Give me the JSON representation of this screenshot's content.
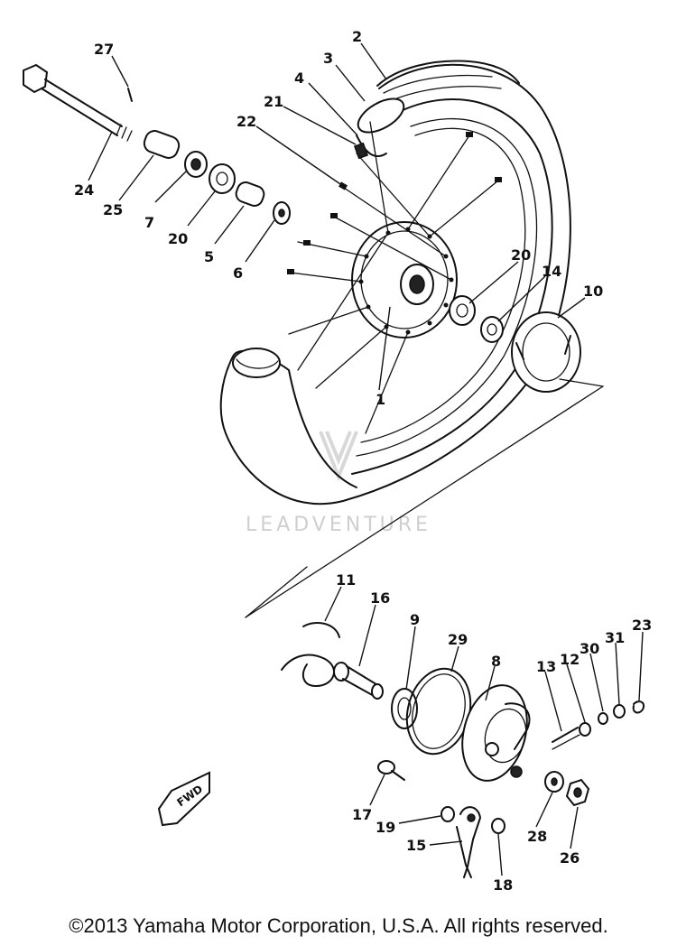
{
  "watermark": {
    "text": "LEADVENTURE"
  },
  "fwd_label": "FWD",
  "copyright": "©2013 Yamaha Motor Corporation, U.S.A. All rights reserved.",
  "callouts": [
    {
      "id": "c27",
      "text": "27"
    },
    {
      "id": "c2",
      "text": "2"
    },
    {
      "id": "c3",
      "text": "3"
    },
    {
      "id": "c4",
      "text": "4"
    },
    {
      "id": "c21",
      "text": "21"
    },
    {
      "id": "c22",
      "text": "22"
    },
    {
      "id": "c24",
      "text": "24"
    },
    {
      "id": "c25",
      "text": "25"
    },
    {
      "id": "c7",
      "text": "7"
    },
    {
      "id": "c20a",
      "text": "20"
    },
    {
      "id": "c5",
      "text": "5"
    },
    {
      "id": "c6",
      "text": "6"
    },
    {
      "id": "c20b",
      "text": "20"
    },
    {
      "id": "c14",
      "text": "14"
    },
    {
      "id": "c10",
      "text": "10"
    },
    {
      "id": "c1",
      "text": "1"
    },
    {
      "id": "c11",
      "text": "11"
    },
    {
      "id": "c16",
      "text": "16"
    },
    {
      "id": "c9",
      "text": "9"
    },
    {
      "id": "c29",
      "text": "29"
    },
    {
      "id": "c8",
      "text": "8"
    },
    {
      "id": "c13",
      "text": "13"
    },
    {
      "id": "c12",
      "text": "12"
    },
    {
      "id": "c30",
      "text": "30"
    },
    {
      "id": "c31",
      "text": "31"
    },
    {
      "id": "c23",
      "text": "23"
    },
    {
      "id": "c17",
      "text": "17"
    },
    {
      "id": "c19",
      "text": "19"
    },
    {
      "id": "c15",
      "text": "15"
    },
    {
      "id": "c18",
      "text": "18"
    },
    {
      "id": "c28",
      "text": "28"
    },
    {
      "id": "c26",
      "text": "26"
    }
  ]
}
